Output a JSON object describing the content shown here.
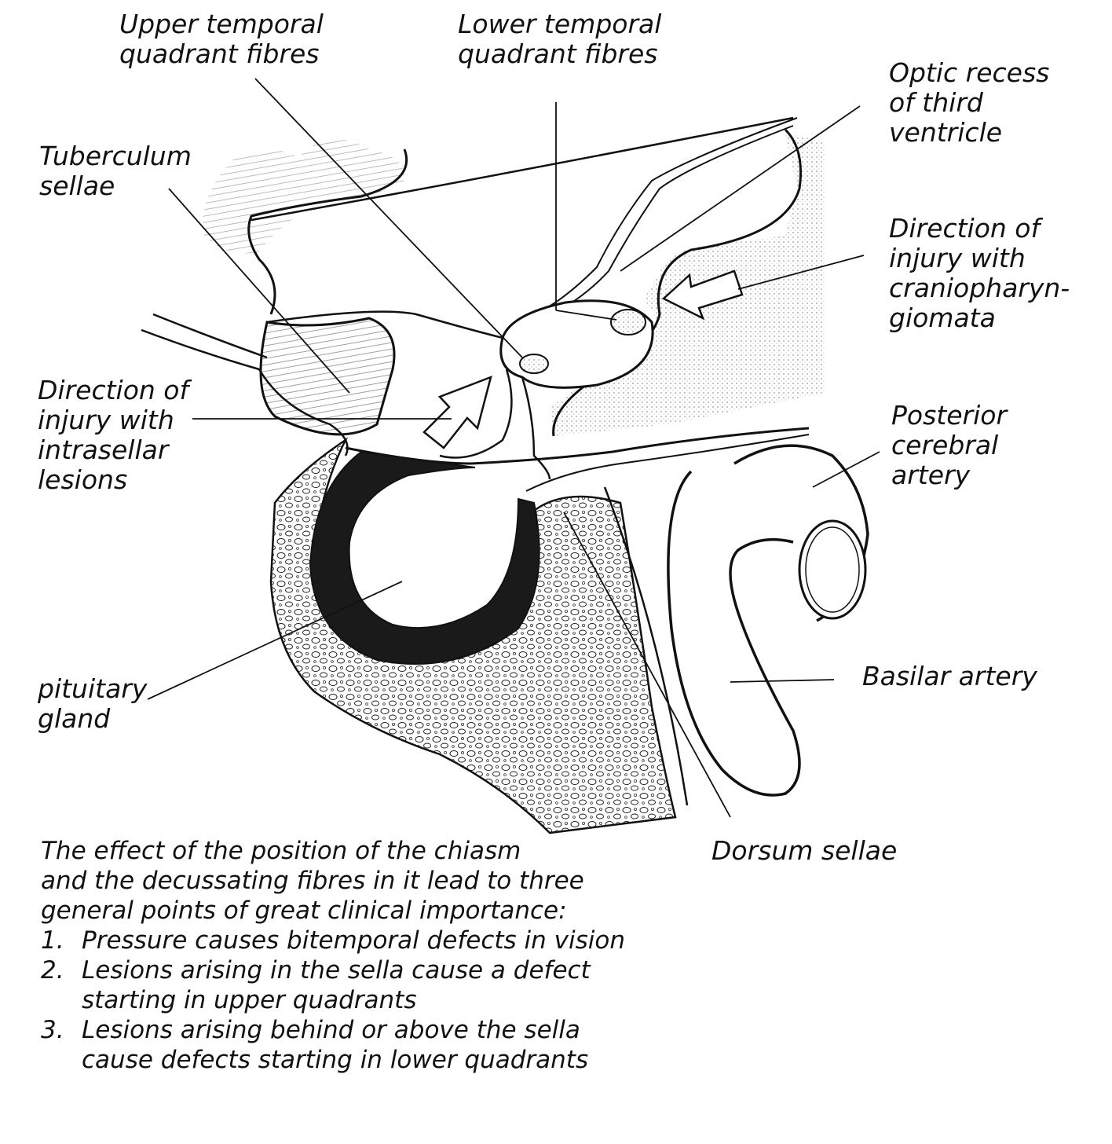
{
  "labels": {
    "upper_temporal": "Upper temporal\nquadrant fibres",
    "lower_temporal": "Lower temporal\nquadrant fibres",
    "optic_recess": "Optic recess\nof third\nventricle",
    "tuberculum": "Tuberculum\nsellae",
    "cranio": "Direction of\ninjury with\ncraniopharyn-\ngiomata",
    "intrasellar": "Direction of\ninjury with\nintrasellar\nlesions",
    "posterior_cerebral": "Posterior\ncerebral\nartery",
    "basilar": "Basilar artery",
    "pituitary": "pituitary\ngland",
    "dorsum": "Dorsum sellae"
  },
  "caption": {
    "intro": "The effect of the position of the chiasm\nand the decussating fibres in it lead to three\ngeneral points of great clinical importance:",
    "points": [
      {
        "num": "1.",
        "text": "Pressure causes bitemporal defects in vision"
      },
      {
        "num": "2.",
        "text": "Lesions arising in the sella cause a defect starting in upper quadrants"
      },
      {
        "num": "3.",
        "text": "Lesions arising behind or above the sella cause defects starting in lower quadrants"
      }
    ]
  },
  "colors": {
    "ink": "#111111",
    "gland": "#1a1a1a",
    "stipple": "#dcdcdc"
  }
}
